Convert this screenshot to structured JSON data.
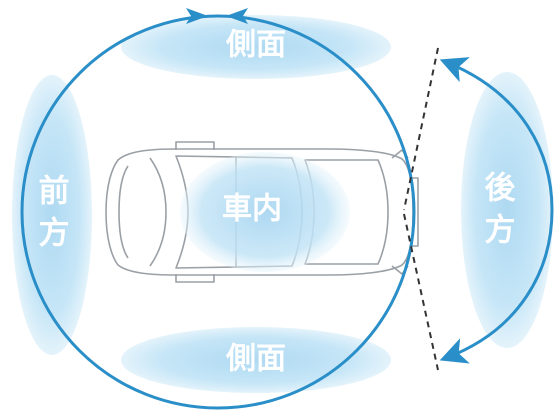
{
  "diagram": {
    "labels": {
      "side_top": "側面",
      "side_bottom": "側面",
      "front_char_1": "前",
      "front_char_2": "方",
      "rear_char_1": "後",
      "rear_char_2": "方",
      "interior": "車内"
    },
    "colors": {
      "zone_fill": "#cfeaf8",
      "zone_core": "#b7def4",
      "circle_stroke": "#2a8ec8",
      "arrow": "#2a8ec8",
      "dashed_line": "#333333",
      "car_outline": "#9aa0a6",
      "label_text": "#ffffff"
    },
    "icons": [
      "car-top-view-icon",
      "arrow-head-icon"
    ]
  }
}
